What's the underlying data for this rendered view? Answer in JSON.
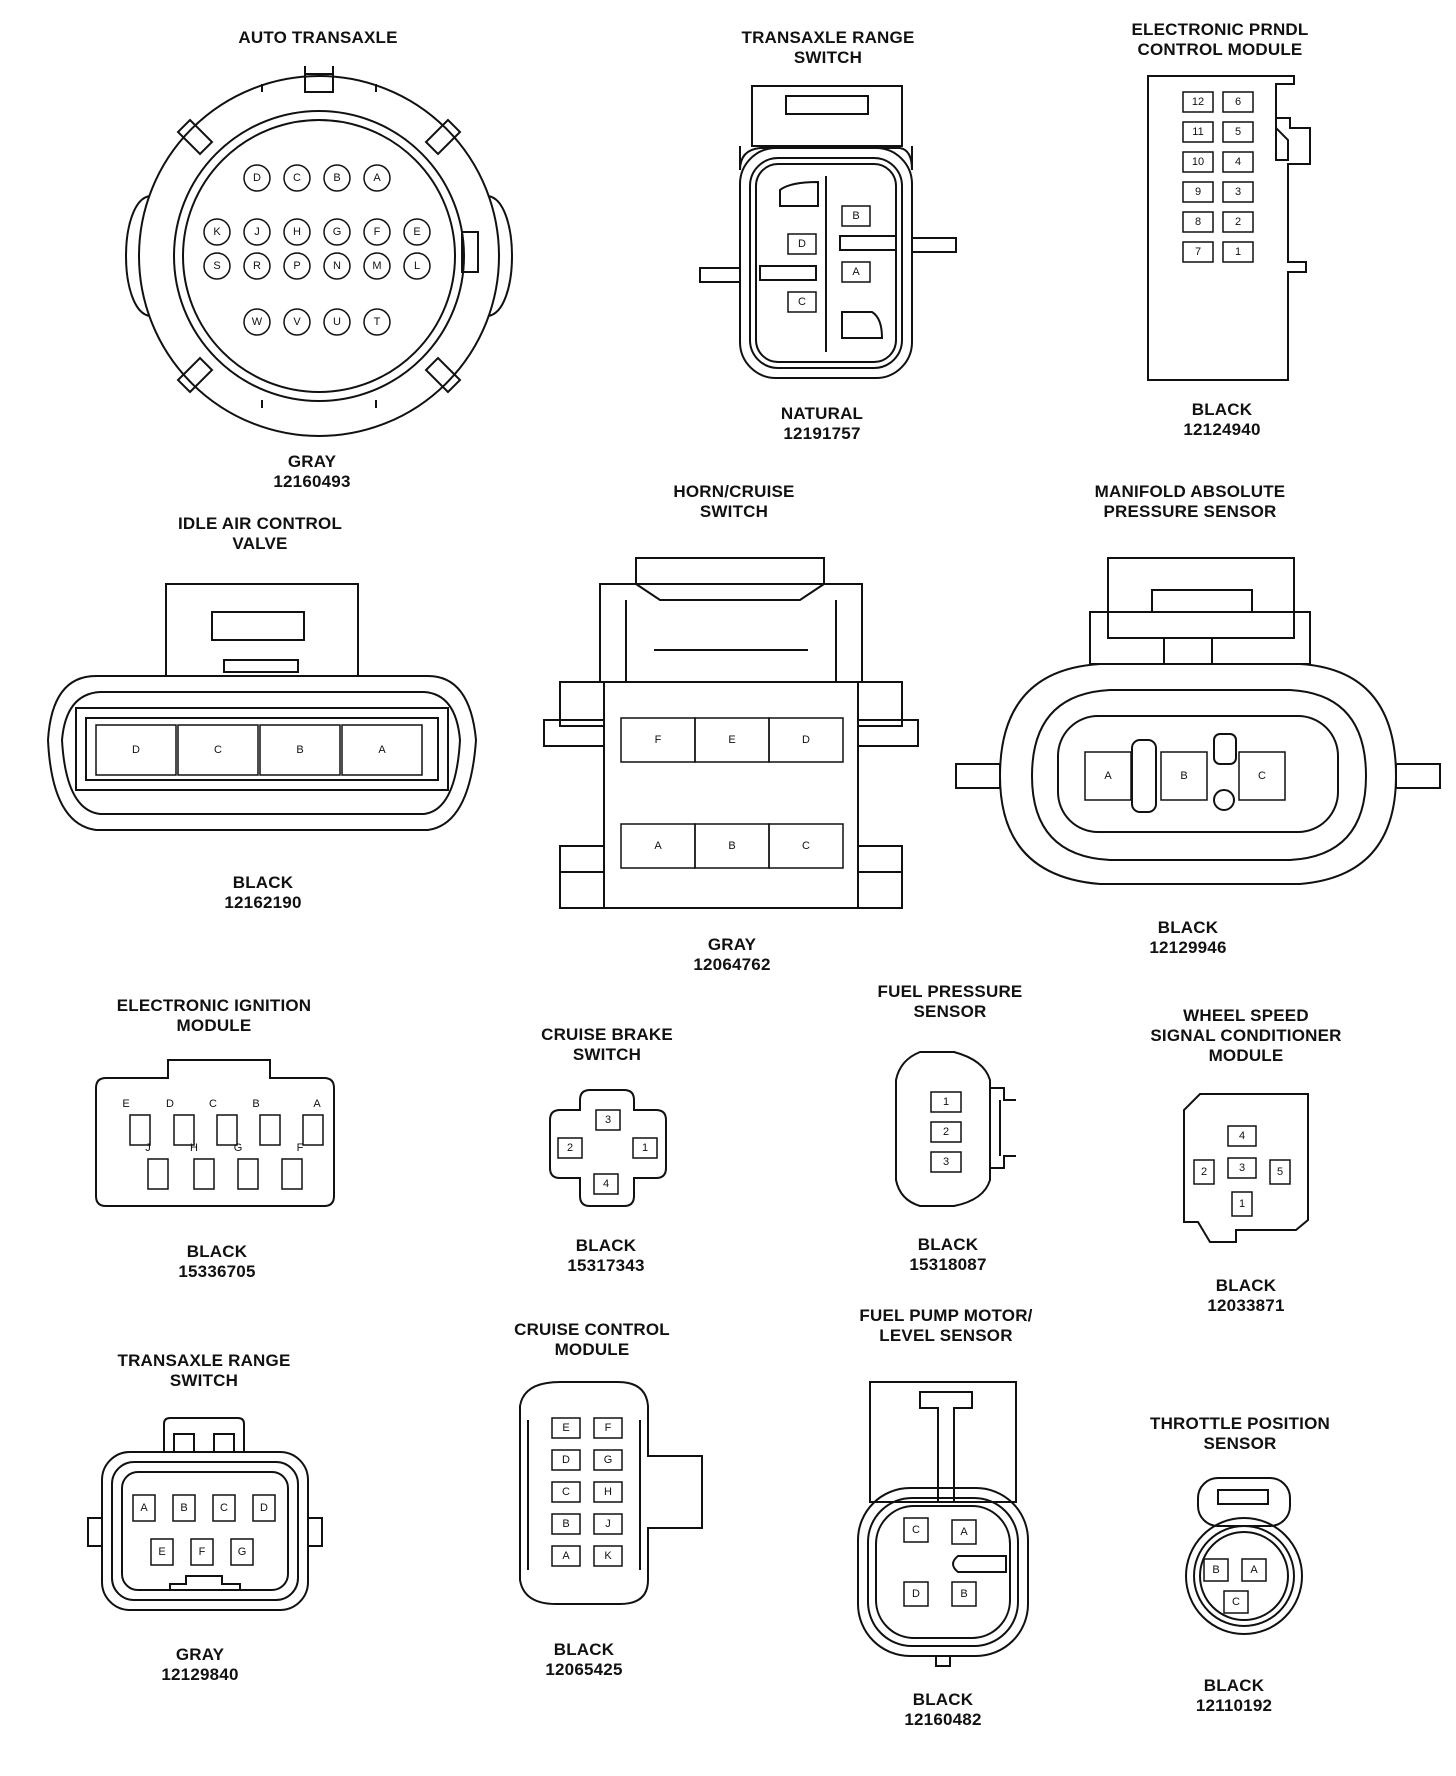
{
  "connectors": {
    "auto_transaxle": {
      "title": [
        "AUTO TRANSAXLE"
      ],
      "color": "GRAY",
      "part": "12160493",
      "pins_row1": [
        "D",
        "C",
        "B",
        "A"
      ],
      "pins_row2": [
        "K",
        "J",
        "H",
        "G",
        "F",
        "E"
      ],
      "pins_row3": [
        "S",
        "R",
        "P",
        "N",
        "M",
        "L"
      ],
      "pins_row4": [
        "W",
        "V",
        "U",
        "T"
      ]
    },
    "trs_natural": {
      "title": [
        "TRANSAXLE RANGE",
        "SWITCH"
      ],
      "color": "NATURAL",
      "part": "12191757",
      "pins": [
        "B",
        "D",
        "A",
        "C"
      ]
    },
    "prndl": {
      "title": [
        "ELECTRONIC PRNDL",
        "CONTROL MODULE"
      ],
      "color": "BLACK",
      "part": "12124940",
      "pins_left": [
        "12",
        "11",
        "10",
        "9",
        "8",
        "7"
      ],
      "pins_right": [
        "6",
        "5",
        "4",
        "3",
        "2",
        "1"
      ]
    },
    "iac": {
      "title": [
        "IDLE AIR CONTROL",
        "VALVE"
      ],
      "color": "BLACK",
      "part": "12162190",
      "pins": [
        "D",
        "C",
        "B",
        "A"
      ]
    },
    "horn_cruise": {
      "title": [
        "HORN/CRUISE",
        "SWITCH"
      ],
      "color": "GRAY",
      "part": "12064762",
      "pins_top": [
        "F",
        "E",
        "D"
      ],
      "pins_bottom": [
        "A",
        "B",
        "C"
      ]
    },
    "map": {
      "title": [
        "MANIFOLD ABSOLUTE",
        "PRESSURE SENSOR"
      ],
      "color": "BLACK",
      "part": "12129946",
      "pins": [
        "A",
        "B",
        "C"
      ]
    },
    "eim": {
      "title": [
        "ELECTRONIC IGNITION",
        "MODULE"
      ],
      "color": "BLACK",
      "part": "15336705",
      "pins_top": [
        "E",
        "D",
        "C",
        "B",
        "A"
      ],
      "pins_bottom": [
        "J",
        "H",
        "G",
        "F"
      ]
    },
    "cruise_brake": {
      "title": [
        "CRUISE BRAKE",
        "SWITCH"
      ],
      "color": "BLACK",
      "part": "15317343",
      "pins": [
        "3",
        "2",
        "1",
        "4"
      ]
    },
    "fuel_pressure": {
      "title": [
        "FUEL PRESSURE",
        "SENSOR"
      ],
      "color": "BLACK",
      "part": "15318087",
      "pins": [
        "1",
        "2",
        "3"
      ]
    },
    "wheel_speed": {
      "title": [
        "WHEEL SPEED",
        "SIGNAL CONDITIONER",
        "MODULE"
      ],
      "color": "BLACK",
      "part": "12033871",
      "pins": [
        "4",
        "2",
        "3",
        "5",
        "1"
      ]
    },
    "trs_gray": {
      "title": [
        "TRANSAXLE RANGE",
        "SWITCH"
      ],
      "color": "GRAY",
      "part": "12129840",
      "pins_top": [
        "A",
        "B",
        "C",
        "D"
      ],
      "pins_bottom": [
        "E",
        "F",
        "G"
      ]
    },
    "ccm": {
      "title": [
        "CRUISE CONTROL",
        "MODULE"
      ],
      "color": "BLACK",
      "part": "12065425",
      "pins_left": [
        "E",
        "D",
        "C",
        "B",
        "A"
      ],
      "pins_right": [
        "F",
        "G",
        "H",
        "J",
        "K"
      ]
    },
    "fuel_pump": {
      "title": [
        "FUEL PUMP MOTOR/",
        "LEVEL SENSOR"
      ],
      "color": "BLACK",
      "part": "12160482",
      "pins": [
        "C",
        "A",
        "D",
        "B"
      ]
    },
    "tps": {
      "title": [
        "THROTTLE POSITION",
        "SENSOR"
      ],
      "color": "BLACK",
      "part": "12110192",
      "pins": [
        "B",
        "A",
        "C"
      ]
    }
  }
}
